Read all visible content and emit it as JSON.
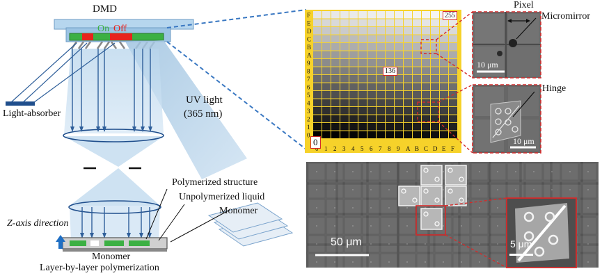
{
  "left_panel": {
    "dmd_label": "DMD",
    "on_label": "On",
    "off_label": "Off",
    "light_absorber_label": "Light-absorber",
    "uv_light_label_line1": "UV light",
    "uv_light_label_line2": "(365 nm)",
    "polymerized_structure_label": "Polymerized structure",
    "unpolymerized_liquid_label": "Unpolymerized liquid",
    "monomer_top_label": "Monomer",
    "z_axis_label": "Z-axis direction",
    "monomer_bottom_label": "Monomer",
    "layer_label": "Layer-by-layer polymerization"
  },
  "grayscale_grid": {
    "row_labels": [
      "F",
      "E",
      "D",
      "C",
      "B",
      "A",
      "9",
      "8",
      "7",
      "6",
      "5",
      "4",
      "3",
      "2",
      "1",
      "0"
    ],
    "col_labels": [
      "0",
      "1",
      "2",
      "3",
      "4",
      "5",
      "6",
      "7",
      "8",
      "9",
      "A",
      "B",
      "C",
      "D",
      "E",
      "F"
    ],
    "max_value_label": "255",
    "mid_value_label": "136",
    "min_value_label": "0"
  },
  "sem_top": {
    "pixel_label": "Pixel",
    "micromirror_label": "Micromirror",
    "scale_label": "10 μm"
  },
  "sem_middle": {
    "hinge_label": "Hinge",
    "scale_label": "10 μm"
  },
  "sem_bottom": {
    "scale_label": "50 μm",
    "inset_scale_label": "5 μm"
  },
  "colors": {
    "on_green": "#3cb043",
    "off_red": "#e8221d",
    "light_blue": "#a9cce6",
    "grid_yellow": "#f6d22a",
    "dashed_red": "#d42a2a",
    "dashed_blue": "#3a78c2"
  }
}
